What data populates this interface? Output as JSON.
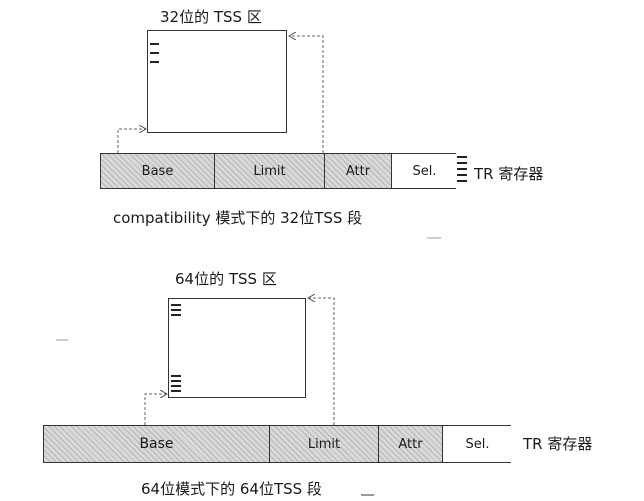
{
  "diagram_top": {
    "tss_title": "32位的 TSS 区",
    "fields": [
      "Base",
      "Limit",
      "Attr",
      "Sel."
    ],
    "register_label": "TR 寄存器",
    "caption": "compatibility 模式下的 32位TSS 段"
  },
  "diagram_bottom": {
    "tss_title": "64位的 TSS 区",
    "fields": [
      "Base",
      "Limit",
      "Attr",
      "Sel."
    ],
    "register_label": "TR 寄存器",
    "caption": "64位模式下的 64位TSS 段"
  }
}
